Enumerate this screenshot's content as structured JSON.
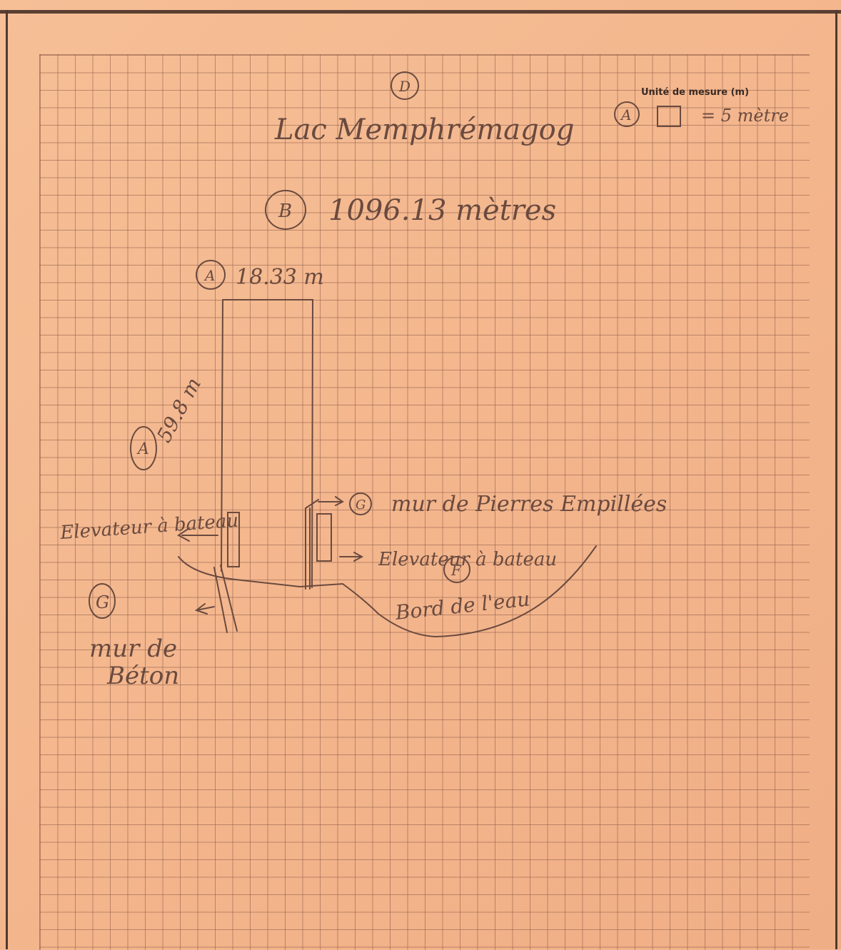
{
  "title": "Lac Memphrémagog",
  "title_marker": "D",
  "legend": {
    "marker": "A",
    "unit_label": "Unité de mesure (m)",
    "scale_text": "= 5 mètre"
  },
  "total_length": {
    "marker": "B",
    "text": "1096.13 mètres"
  },
  "width_label": {
    "marker": "A",
    "text": "18.33 m"
  },
  "height_label": {
    "marker": "A",
    "text": "59.8 m"
  },
  "left_lift": "Elevateur à bateau",
  "right_lift": "Elevateur à bateau",
  "stone_wall": {
    "marker": "G",
    "text": "mur de Pierres Empillées"
  },
  "concrete_wall": {
    "marker": "G",
    "line1": "mur de",
    "line2": "Béton"
  },
  "water_edge": {
    "marker": "F",
    "text": "Bord de l'eau"
  },
  "colors": {
    "paper": "#f3b78f",
    "pencil": "#6a4a3f",
    "grid": "#8c5a46"
  }
}
